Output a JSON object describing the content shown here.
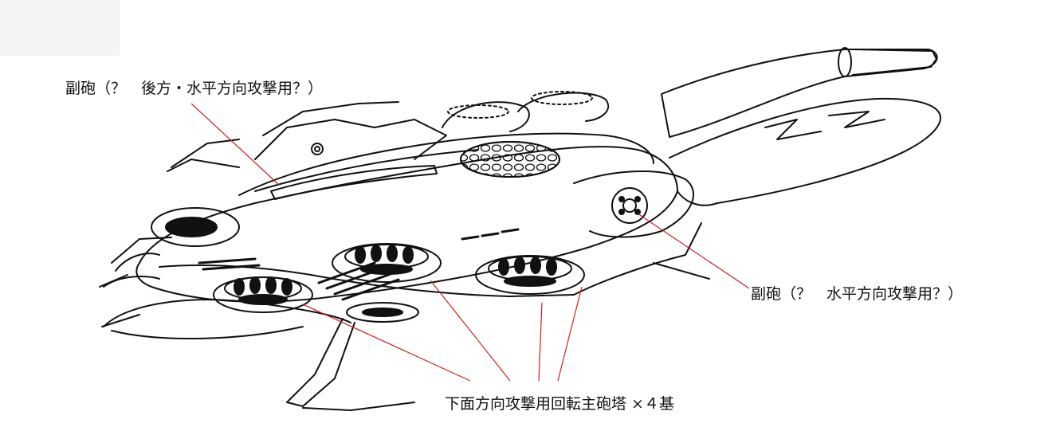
{
  "annotations": {
    "upper_secondary_gun": "副砲（？　後方・水平方向攻撃用？）",
    "side_secondary_gun": "副砲（？　水平方向攻撃用？）",
    "lower_turrets": "下面方向攻撃用回転主砲塔 ×４基"
  },
  "colors": {
    "leader_line": "#cc2020",
    "ink": "#111111",
    "paper": "#ffffff"
  }
}
